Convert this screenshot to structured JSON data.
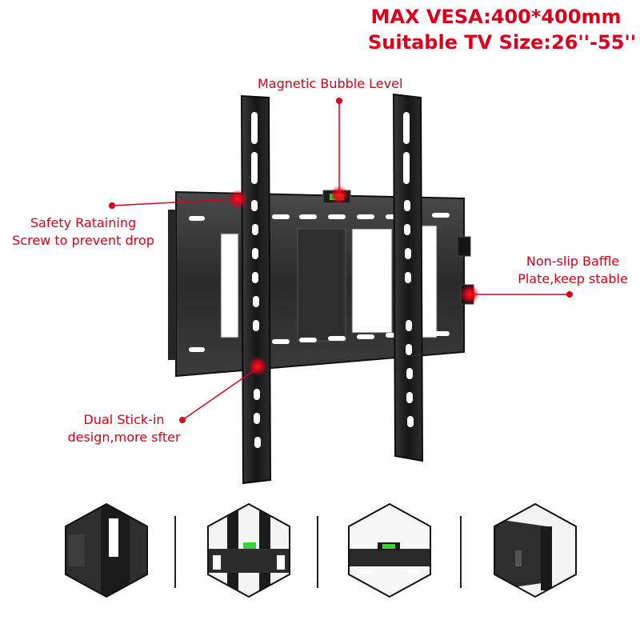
{
  "specs": {
    "max_vesa": "MAX VESA:400*400mm",
    "tv_size": "Suitable TV Size:26''-55''"
  },
  "callouts": {
    "bubble_level": "Magnetic Bubble Level",
    "safety_screw": [
      "Safety Rataining",
      "Screw to prevent drop"
    ],
    "baffle_plate": [
      "Non-slip Baffle",
      "Plate,keep stable"
    ],
    "stick_in": [
      "Dual Stick-in",
      "design,more sfter"
    ]
  },
  "colors": {
    "accent": "#d9001b",
    "bracket": "#1e1e1e",
    "bubble": "#3bd23b"
  },
  "detail_thumbnails": [
    "hook-detail-thumbnail",
    "bubble-level-detail-thumbnail",
    "crossbar-level-detail-thumbnail",
    "baffle-corner-detail-thumbnail"
  ]
}
